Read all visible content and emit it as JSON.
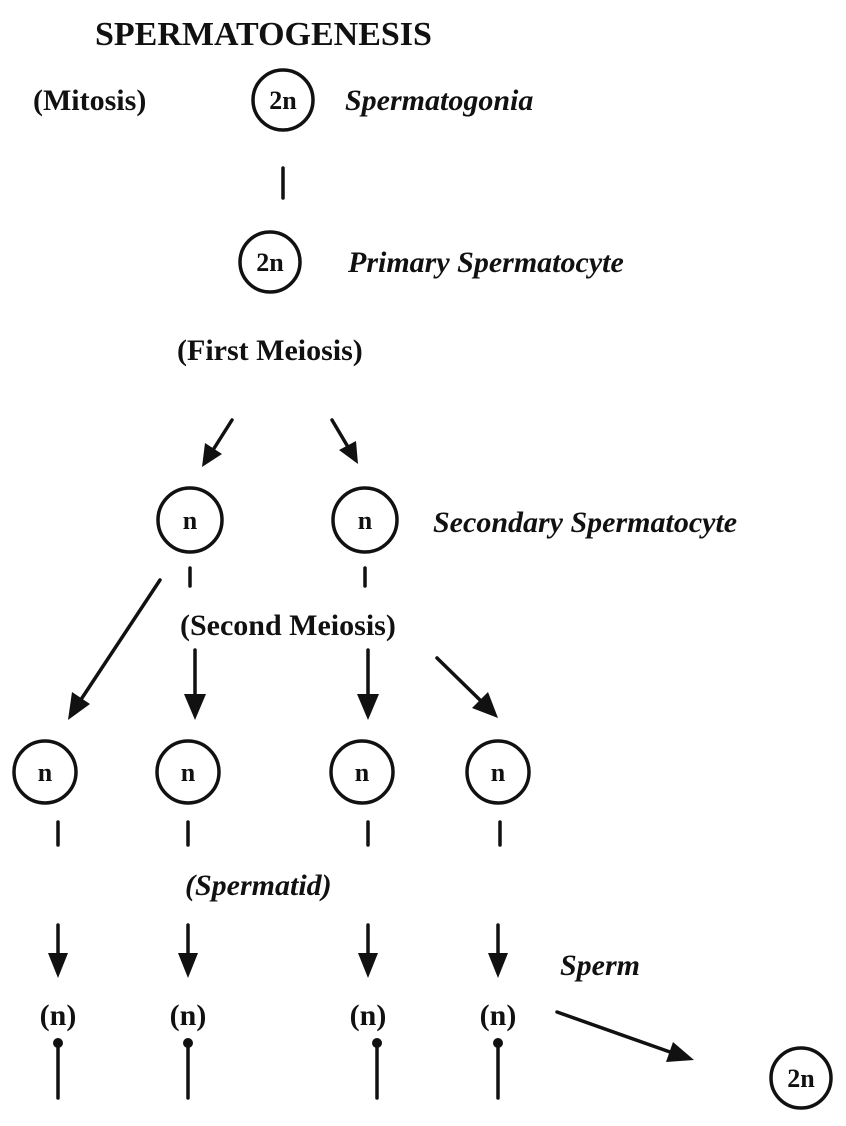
{
  "title": "SPERMATOGENESIS",
  "phases": {
    "mitosis": "(Mitosis)",
    "first_meiosis": "(First Meiosis)",
    "second_meiosis": "(Second Meiosis)",
    "spermatid": "(Spermatid)"
  },
  "stages": {
    "spermatogonia": "Spermatogonia",
    "primary_spermatocyte": "Primary Spermatocyte",
    "secondary_spermatocyte": "Secondary Spermatocyte",
    "sperm": "Sperm"
  },
  "ploidy": {
    "diploid": "2n",
    "haploid": "n",
    "haploid_paren": "(n)"
  }
}
